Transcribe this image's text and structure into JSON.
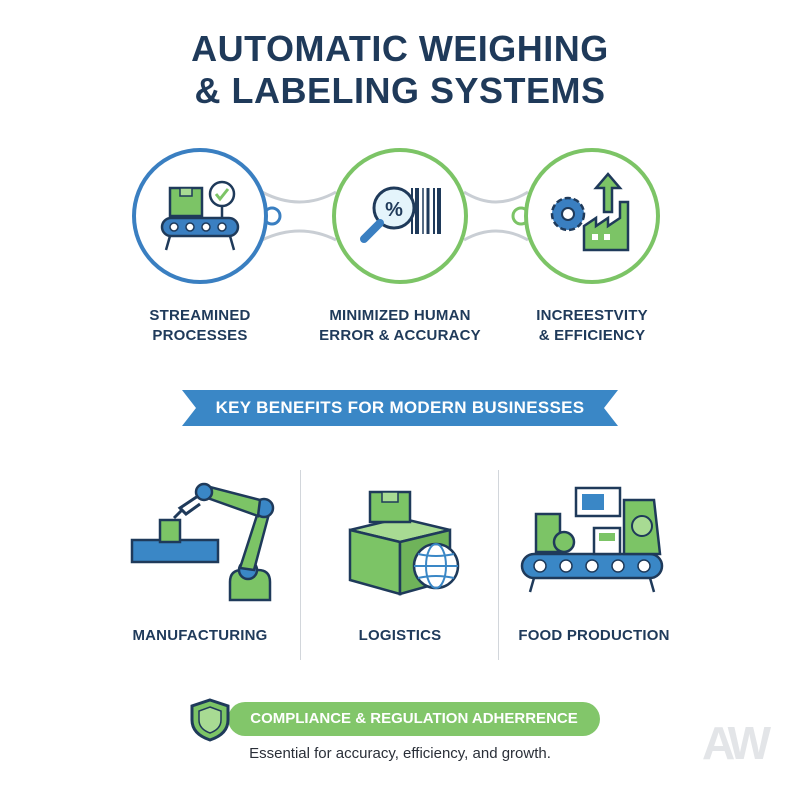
{
  "header": {
    "title_line1": "AUTOMATIC WEIGHING",
    "title_line2": "& LABELING SYSTEMS"
  },
  "steps": [
    {
      "line1": "STREAMINED",
      "line2": "PROCESSES",
      "icon": "conveyor-box-check-icon",
      "color": "#3a7fc1"
    },
    {
      "line1": "MINIMIZED HUMAN",
      "line2": "ERROR & ACCURACY",
      "icon": "magnifier-barcode-icon",
      "color": "#7cc466"
    },
    {
      "line1": "INCREESTVITY",
      "line2": "& EFFICIENCY",
      "icon": "gear-factory-arrow-icon",
      "color": "#7cc466"
    }
  ],
  "banner": {
    "label": "KEY BENEFITS FOR MODERN BUSINESSES",
    "color": "#3a87c6"
  },
  "industries": [
    {
      "label": "MANUFACTURING",
      "icon": "robot-arm-icon"
    },
    {
      "label": "LOGISTICS",
      "icon": "boxes-globe-icon"
    },
    {
      "label": "FOOD PRODUCTION",
      "icon": "food-conveyor-icon"
    }
  ],
  "footer": {
    "compliance_label": "COMPLIANCE & REGULATION ADHERRENCE",
    "tagline": "Essential for accuracy, efficiency, and growth.",
    "logo_text": "AW"
  },
  "colors": {
    "navy": "#1f3a5a",
    "blue": "#3a7fc1",
    "green": "#7cc466",
    "light_green": "#82c66a"
  }
}
